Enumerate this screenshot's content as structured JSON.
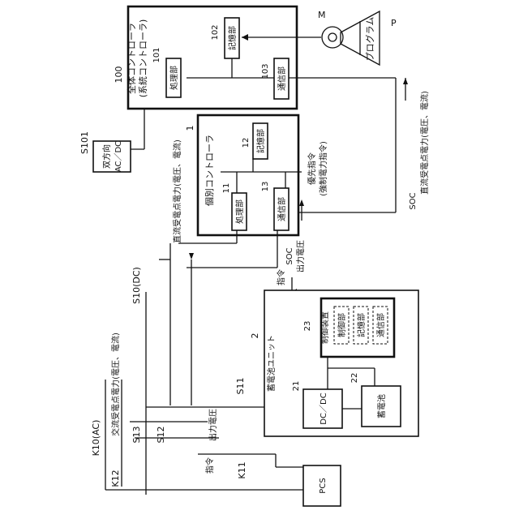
{
  "labels": {
    "c100_num": "100",
    "c100_title": "全体コントローラ",
    "c100_sub": "(系統コントローラ)",
    "c101_num": "101",
    "c101_name": "処理部",
    "c102_num": "102",
    "c102_name": "記憶部",
    "c103_num": "103",
    "c103_name": "通信部",
    "motor": "M",
    "program": "プログラム",
    "program_ref": "P",
    "c1_num": "1",
    "c1_title": "個別コントローラ",
    "c11_num": "11",
    "c11_name": "処理部",
    "c12_num": "12",
    "c12_name": "記憶部",
    "c13_num": "13",
    "c13_name": "通信部",
    "s101": "S101",
    "s101_name1": "双方向",
    "s101_name2": "AC／DC",
    "sig_priority": "優先指令",
    "sig_forced": "(強制電力指令)",
    "sig_soc_right1": "SOC",
    "sig_soc_right2": "直流受電点電力(電圧、電流)",
    "sig_dc_point": "直流受電点電力(電圧、電流)",
    "sig_soc_out1": "SOC",
    "sig_soc_out2": "出力電圧",
    "sig_cmd": "指令",
    "s10": "S10(DC)",
    "u2_num": "2",
    "u2_title": "蓄電池ユニット",
    "u23_num": "23",
    "u23_title": "制御装置",
    "u23_a": "制御部",
    "u23_b": "記憶部",
    "u23_c": "通信部",
    "u21_num": "21",
    "u21_name": "DC／DC",
    "u22_num": "22",
    "u22_name": "蓄電池",
    "s11": "S11",
    "ac_point": "交流受電点電力(電圧、電流)",
    "k10": "K10(AC)",
    "s13": "S13",
    "s12": "S12",
    "out_voltage": "出力電圧",
    "cmd2": "指令",
    "k11": "K11",
    "k12": "K12",
    "pcs": "PCS"
  }
}
